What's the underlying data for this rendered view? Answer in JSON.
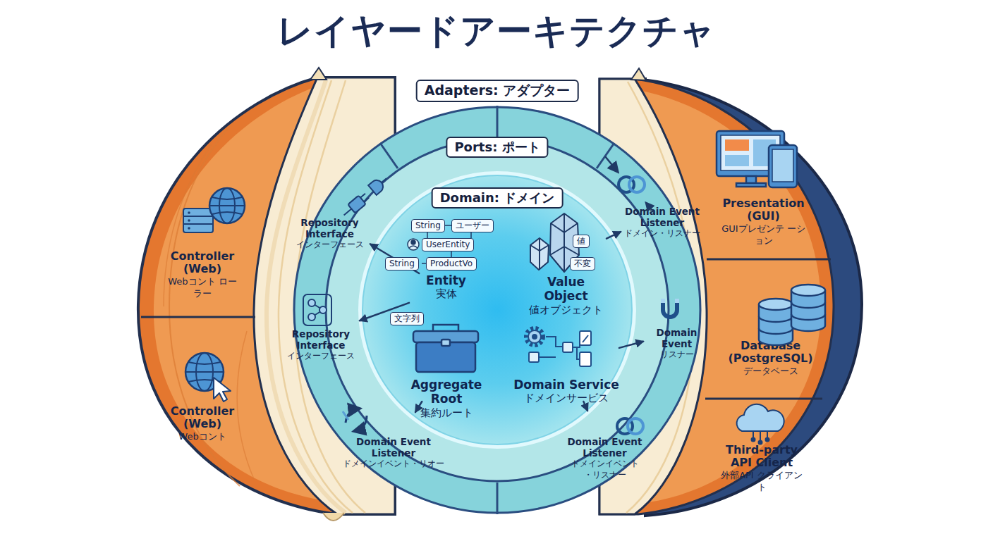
{
  "diagram": {
    "title": "レイヤードアーキテクチャ",
    "nodes": [
      {
        "text": [
          "Adapters: アダプター"
        ]
      },
      {
        "text": [
          "Ports: ポート"
        ],
        "in": 0
      },
      {
        "text": [
          "Domain: ドメイン"
        ],
        "in": 1
      },
      {
        "text": [
          "String"
        ],
        "in": 2
      },
      {
        "text": [
          "ユーザー"
        ],
        "in": 2
      },
      {
        "text": [
          "UserEntity"
        ],
        "in": 2
      },
      {
        "text": [
          "String"
        ],
        "in": 2
      },
      {
        "text": [
          "ProductVo"
        ],
        "in": 2
      },
      {
        "text": [
          "Entity",
          "実体"
        ],
        "in": 2
      },
      {
        "text": [
          "値"
        ],
        "in": 2
      },
      {
        "text": [
          "不変"
        ],
        "in": 2
      },
      {
        "text": [
          "Value Object",
          "値オブジェクト"
        ],
        "in": 2
      },
      {
        "text": [
          "文字列"
        ],
        "in": 2
      },
      {
        "text": [
          "Aggregate Root",
          "集約ルート"
        ],
        "in": 2
      },
      {
        "text": [
          "Domain Service",
          "ドメインサービス"
        ],
        "in": 2
      },
      {
        "text": [
          "Repository Interface",
          "インターフェース"
        ],
        "in": 1
      },
      {
        "text": [
          "Repository Interface",
          "インターフェース"
        ],
        "in": 1
      },
      {
        "text": [
          "Domain Event Listener",
          "ドメイン・リスナー"
        ],
        "in": 1
      },
      {
        "text": [
          "Domain Event",
          "リスナー"
        ],
        "in": 1
      },
      {
        "text": [
          "Domain Event Listener",
          "ドメインイベント・リオー"
        ],
        "in": 1
      },
      {
        "text": [
          "Domain Event Listener",
          "ドメインイベント ・リスナー"
        ],
        "in": 1
      },
      {
        "text": [
          "Controller (Web)",
          "Webコント ローラー"
        ]
      },
      {
        "text": [
          "Controller (Web)",
          "Webコント"
        ]
      },
      {
        "text": [
          "Presentation (GUI)",
          "GUIプレゼンテ ーション"
        ]
      },
      {
        "text": [
          "Database (PostgreSQL)",
          "データベース"
        ]
      },
      {
        "text": [
          "Third-party API Client",
          "外部API クライアント"
        ]
      }
    ],
    "edges": [
      {
        "from": 8,
        "to": 15,
        "arrow": "to"
      },
      {
        "from": 8,
        "to": 16,
        "arrow": "to"
      },
      {
        "from": 11,
        "to": 17,
        "arrow": "to"
      },
      {
        "from": 14,
        "to": 18,
        "arrow": "to"
      },
      {
        "from": 13,
        "to": 19,
        "arrow": "to"
      },
      {
        "from": 14,
        "to": 20,
        "arrow": "to"
      }
    ]
  }
}
